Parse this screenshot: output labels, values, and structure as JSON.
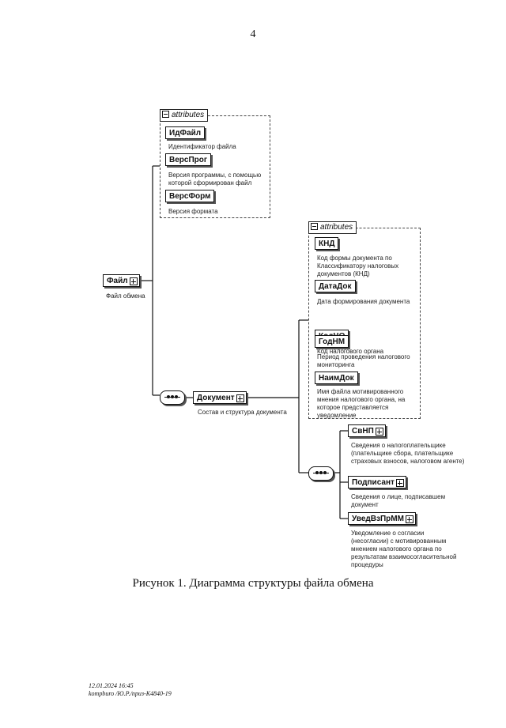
{
  "page_number": "4",
  "attributes_label": "attributes",
  "root": {
    "name": "Файл",
    "description": "Файл обмена"
  },
  "file_attributes": [
    {
      "name": "ИдФайл",
      "description": "Идентификатор файла"
    },
    {
      "name": "ВерсПрог",
      "description": "Версия программы, с помощью которой сформирован файл"
    },
    {
      "name": "ВерсФорм",
      "description": "Версия формата"
    }
  ],
  "document": {
    "name": "Документ",
    "description": "Состав и структура документа"
  },
  "document_attributes": [
    {
      "name": "КНД",
      "description": "Код формы документа по Классификатору налоговых документов (КНД)"
    },
    {
      "name": "ДатаДок",
      "description": "Дата формирования документа"
    },
    {
      "name": "КодНО",
      "description": "Код налогового органа"
    },
    {
      "name": "ГодНМ",
      "description": "Период проведения налогового мониторинга"
    },
    {
      "name": "НаимДок",
      "description": "Имя файла мотивированного мнения налогового органа, на которое представляется уведомление"
    }
  ],
  "document_children": [
    {
      "name": "СвНП",
      "description": "Сведения о налогоплательщике (плательщике сбора, плательщике страховых взносов, налоговом агенте)"
    },
    {
      "name": "Подписант",
      "description": "Сведения о лице, подписавшем документ"
    },
    {
      "name": "УведВзПрММ",
      "description": "Уведомление о согласии (несогласии) с мотивированным мнением налогового органа по результатам взаимосогласительной процедуры"
    }
  ],
  "caption": "Рисунок 1. Диаграмма структуры файла обмена",
  "stamp": {
    "date": "12.01.2024 16:45",
    "source": "kompburo /Ю.Р./приз-К4840-19"
  }
}
